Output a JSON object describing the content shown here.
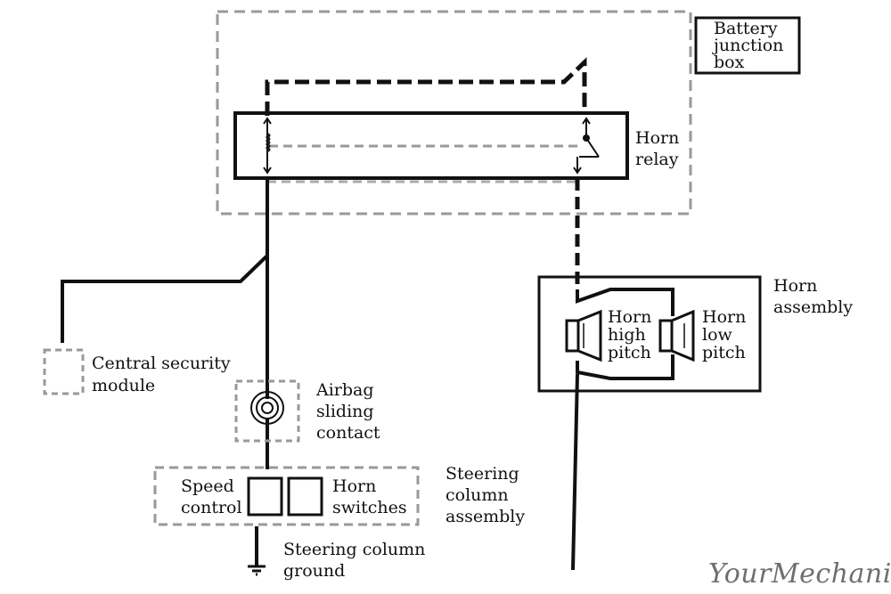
{
  "labels": {
    "battery_junction_box": [
      "Battery",
      "junction",
      "box"
    ],
    "horn_relay": [
      "Horn",
      "relay"
    ],
    "horn_assembly": [
      "Horn",
      "assembly"
    ],
    "horn_high_pitch": [
      "Horn",
      "high",
      "pitch"
    ],
    "horn_low_pitch": [
      "Horn",
      "low",
      "pitch"
    ],
    "central_security_module": [
      "Central security",
      "module"
    ],
    "airbag_sliding_contact": [
      "Airbag",
      "sliding",
      "contact"
    ],
    "speed_control": [
      "Speed",
      "control"
    ],
    "horn_switches": [
      "Horn",
      "switches"
    ],
    "steering_column_assembly": [
      "Steering",
      "column",
      "assembly"
    ],
    "steering_column_ground": [
      "Steering column",
      "ground"
    ]
  },
  "watermark": "YourMechanic"
}
